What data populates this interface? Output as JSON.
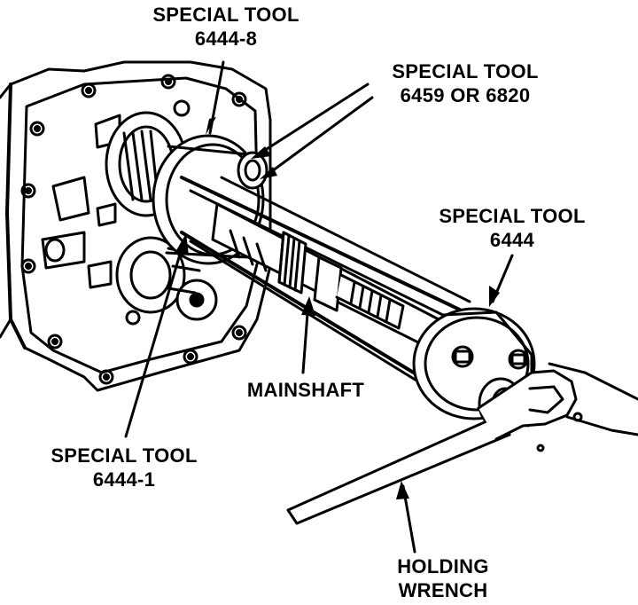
{
  "labels": {
    "tool_6444_8": {
      "line1": "SPECIAL TOOL",
      "line2": "6444-8"
    },
    "tool_6459": {
      "line1": "SPECIAL TOOL",
      "line2": "6459 OR 6820"
    },
    "tool_6444": {
      "line1": "SPECIAL TOOL",
      "line2": "6444"
    },
    "mainshaft": {
      "line1": "MAINSHAFT"
    },
    "tool_6444_1": {
      "line1": "SPECIAL TOOL",
      "line2": "6444-1"
    },
    "holding_wrench": {
      "line1": "HOLDING",
      "line2": "WRENCH"
    }
  },
  "colors": {
    "ink": "#000000",
    "paper": "#ffffff",
    "shade": "#e6e6e6"
  }
}
